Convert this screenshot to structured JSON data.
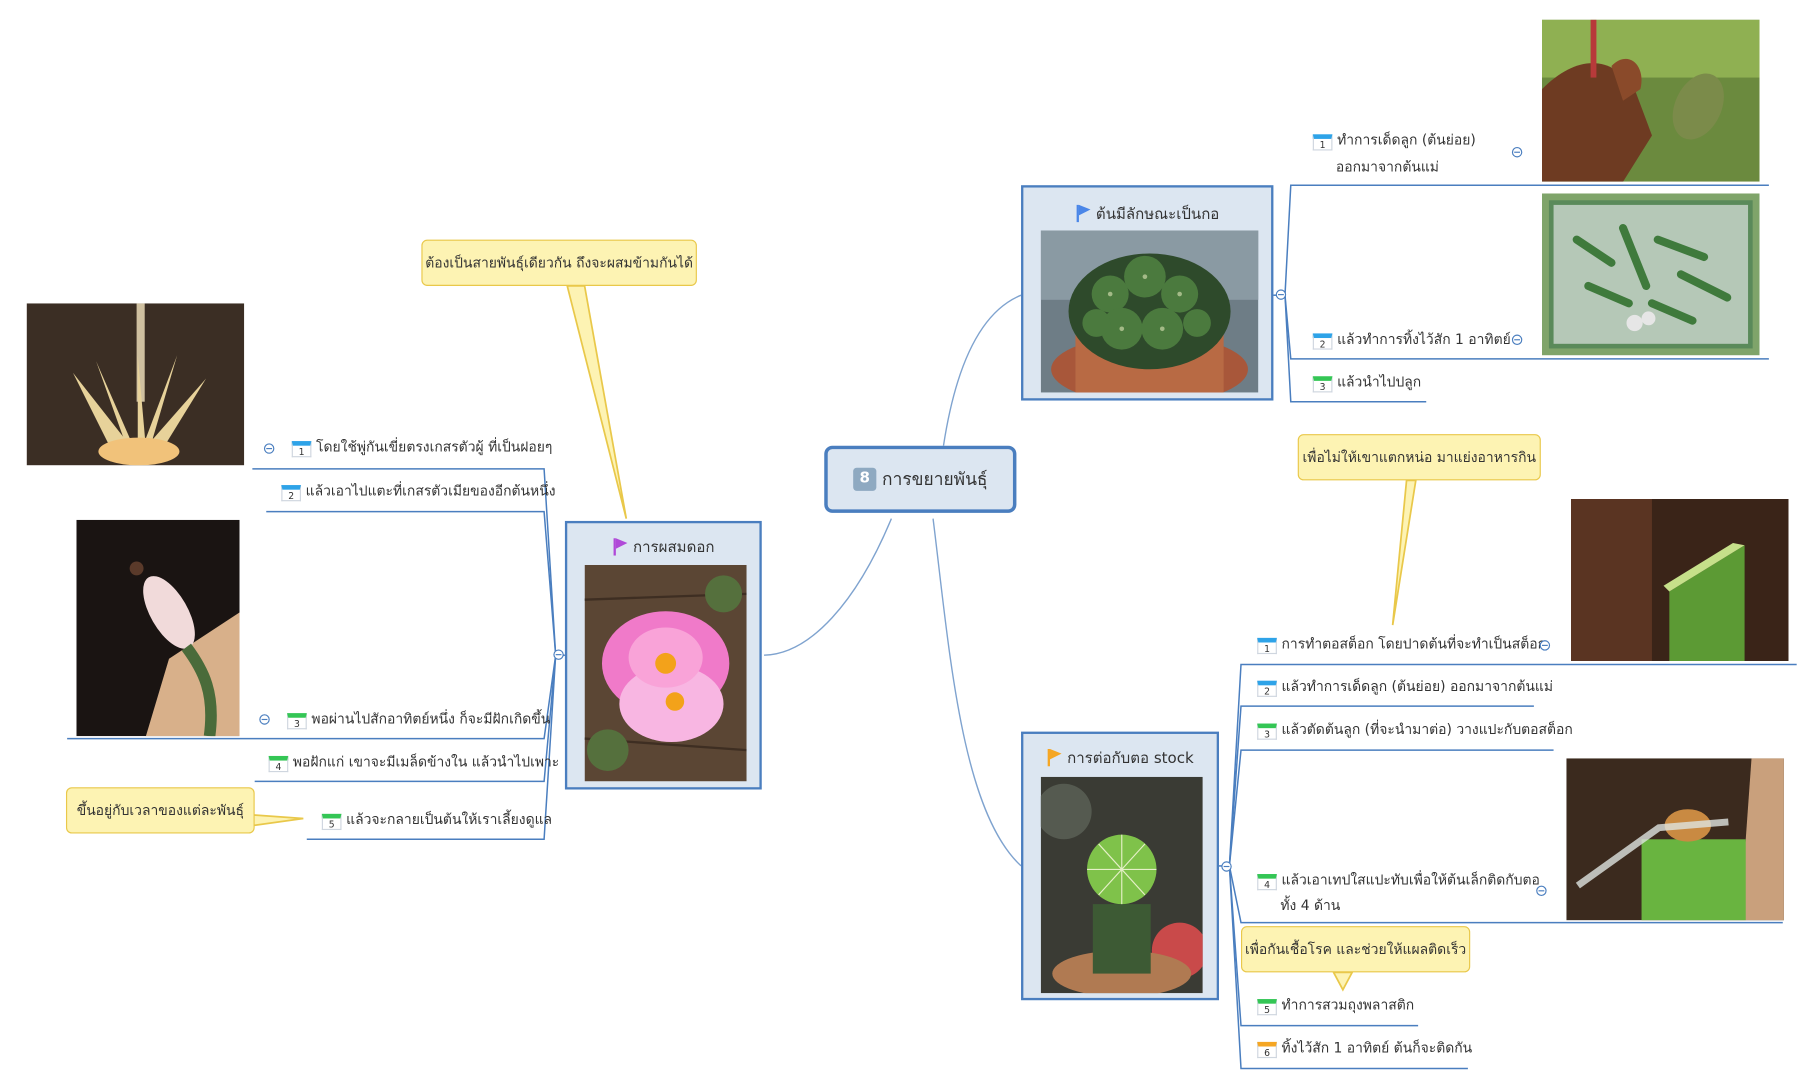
{
  "central": {
    "badge": "8",
    "title": "การขยายพันธุ์"
  },
  "topics": {
    "graft": {
      "title": "ต้นมีลักษณะเป็นกอ",
      "flag_color": "#4a86e8",
      "items": [
        {
          "n": "1",
          "text_line1": "ทำการเด็ดลูก (ต้นย่อย)",
          "text_line2": "ออกมาจากต้นแม่"
        },
        {
          "n": "2",
          "text": "แล้วทำการทิ้งไว้สัก 1 อาทิตย์"
        },
        {
          "n": "3",
          "text": "แล้วนำไปปลูก"
        }
      ]
    },
    "pollinate": {
      "title": "การผสมดอก",
      "flag_color": "#b04ad8",
      "items": [
        {
          "n": "1",
          "text": "โดยใช้พู่กันเขี่ยตรงเกสรตัวผู้ ที่เป็นฝอยๆ"
        },
        {
          "n": "2",
          "text": "แล้วเอาไปแตะที่เกสรตัวเมียของอีกต้นหนึ่ง"
        },
        {
          "n": "3",
          "text": "พอผ่านไปสักอาทิตย์หนึ่ง ก็จะมีฝักเกิดขึ้น"
        },
        {
          "n": "4",
          "text": "พอฝักแก่ เขาจะมีเมล็ดข้างใน แล้วนำไปเพาะ"
        },
        {
          "n": "5",
          "text": "แล้วจะกลายเป็นต้นให้เราเลี้ยงดูแล"
        }
      ]
    },
    "stock": {
      "title": "การต่อกับตอ stock",
      "flag_color": "#f5a623",
      "items": [
        {
          "n": "1",
          "text": "การทำตอสต็อก โดยปาดต้นที่จะทำเป็นสต็อก"
        },
        {
          "n": "2",
          "text": "แล้วทำการเด็ดลูก (ต้นย่อย) ออกมาจากต้นแม่"
        },
        {
          "n": "3",
          "text": "แล้วตัดต้นลูก (ที่จะนำมาต่อ) วางแปะกับตอสต็อก"
        },
        {
          "n": "4",
          "text_line1": "แล้วเอาเทปใสแปะทับเพื่อให้ต้นเล็กติดกับตอ",
          "text_line2": "ทั้ง 4 ด้าน"
        },
        {
          "n": "5",
          "text": "ทำการสวมถุงพลาสติก"
        },
        {
          "n": "6",
          "text": "ทิ้งไว้สัก 1 อาทิตย์ ต้นก็จะติดกัน"
        }
      ]
    }
  },
  "callouts": {
    "same_species": "ต้องเป็นสายพันธุ์เดียวกัน ถึงจะผสมข้ามกันได้",
    "depends_species": "ขึ้นอยู่กับเวลาของแต่ละพันธุ์",
    "no_offshoots": "เพื่อไม่ให้เขาแตกหน่อ มาแย่งอาหารกิน",
    "prevent_infection": "เพื่อกันเชื้อโรค และช่วยให้แผลติดเร็ว"
  },
  "icons": [
    "flag-icon",
    "collapse-icon",
    "cactus-photo",
    "flower-photo"
  ],
  "colors": {
    "line": "#4a7ebf",
    "topic_fill": "#dce6f1",
    "callout_fill": "#fdf3b3",
    "callout_border": "#e9c84a"
  }
}
